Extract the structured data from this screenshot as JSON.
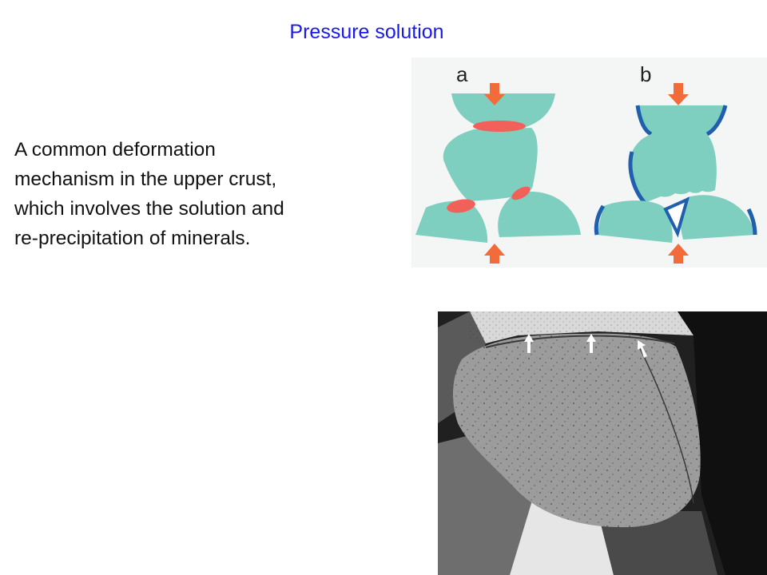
{
  "slide": {
    "title": "Pressure solution",
    "body_lines": [
      "A common deformation",
      "mechanism in the upper crust,",
      "which involves the solution and",
      "re-precipitation  of minerals."
    ]
  },
  "diagram": {
    "panel_a_label": "a",
    "panel_b_label": "b"
  },
  "colors": {
    "title": "#1a1ae6",
    "grain": "#7ecfbf",
    "contact_zone": "#f2605a",
    "overgrowth": "#1f5fae",
    "stress_arrow": "#f26b3a"
  }
}
